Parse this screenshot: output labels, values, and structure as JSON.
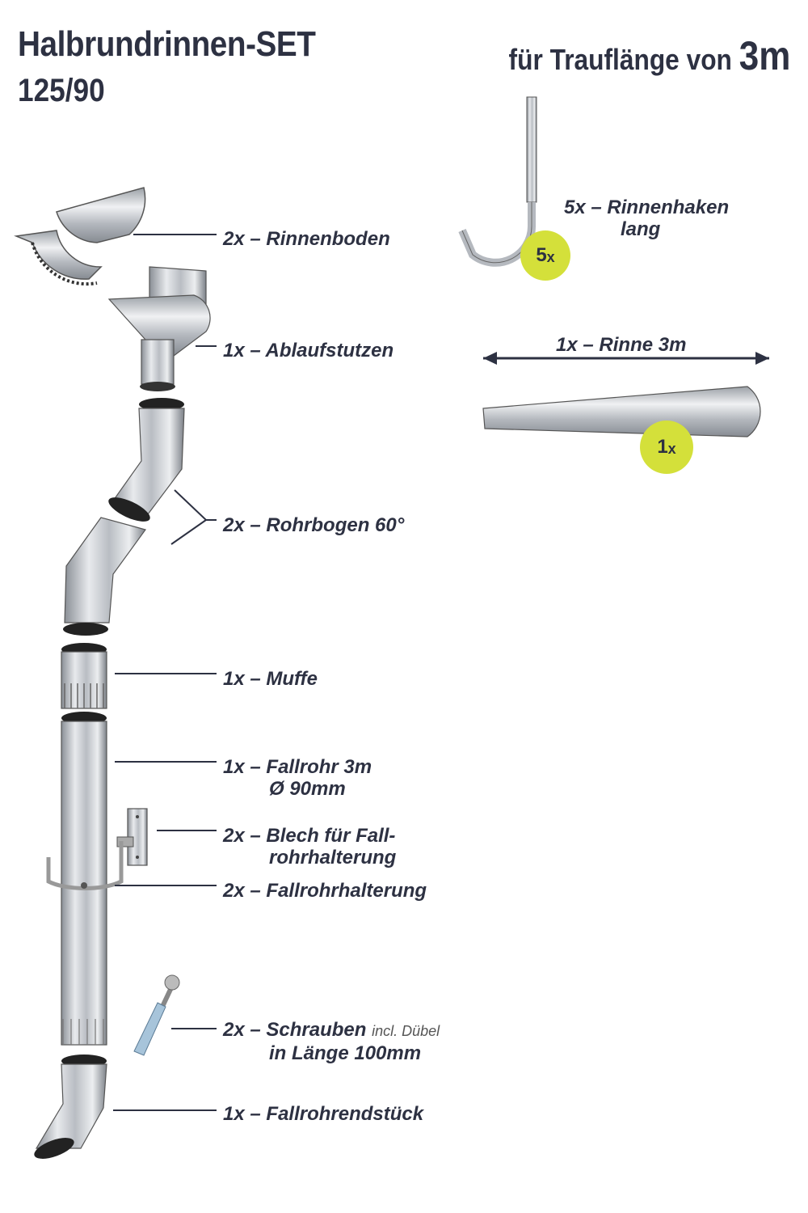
{
  "header": {
    "title": "Halbrundrinnen-SET",
    "subtitle": "125/90",
    "right_prefix": "für Trauflänge von",
    "right_value": "3m"
  },
  "items": [
    {
      "count": "2x",
      "name": "Rinnenboden"
    },
    {
      "count": "1x",
      "name": "Ablaufstutzen"
    },
    {
      "count": "2x",
      "name": "Rohrbogen 60°"
    },
    {
      "count": "1x",
      "name": "Muffe"
    },
    {
      "count": "1x",
      "name": "Fallrohr 3m",
      "line2": "Ø 90mm"
    },
    {
      "count": "2x",
      "name": "Blech für Fall-",
      "line2": "rohrhalterung"
    },
    {
      "count": "2x",
      "name": "Fallrohrhalterung"
    },
    {
      "count": "2x",
      "name": "Schrauben",
      "note": "incl. Dübel",
      "line2": "in Länge 100mm"
    },
    {
      "count": "1x",
      "name": "Fallrohrendstück"
    }
  ],
  "hooks": {
    "count": "5x",
    "name": "Rinnenhaken",
    "line2": "lang",
    "badge_num": "5",
    "badge_x": "x"
  },
  "gutter": {
    "count": "1x",
    "name": "Rinne 3m",
    "badge_num": "1",
    "badge_x": "x"
  },
  "dash": "–",
  "colors": {
    "text": "#2d3142",
    "badge": "#d4e03a",
    "metal": "#c9ccd1"
  }
}
